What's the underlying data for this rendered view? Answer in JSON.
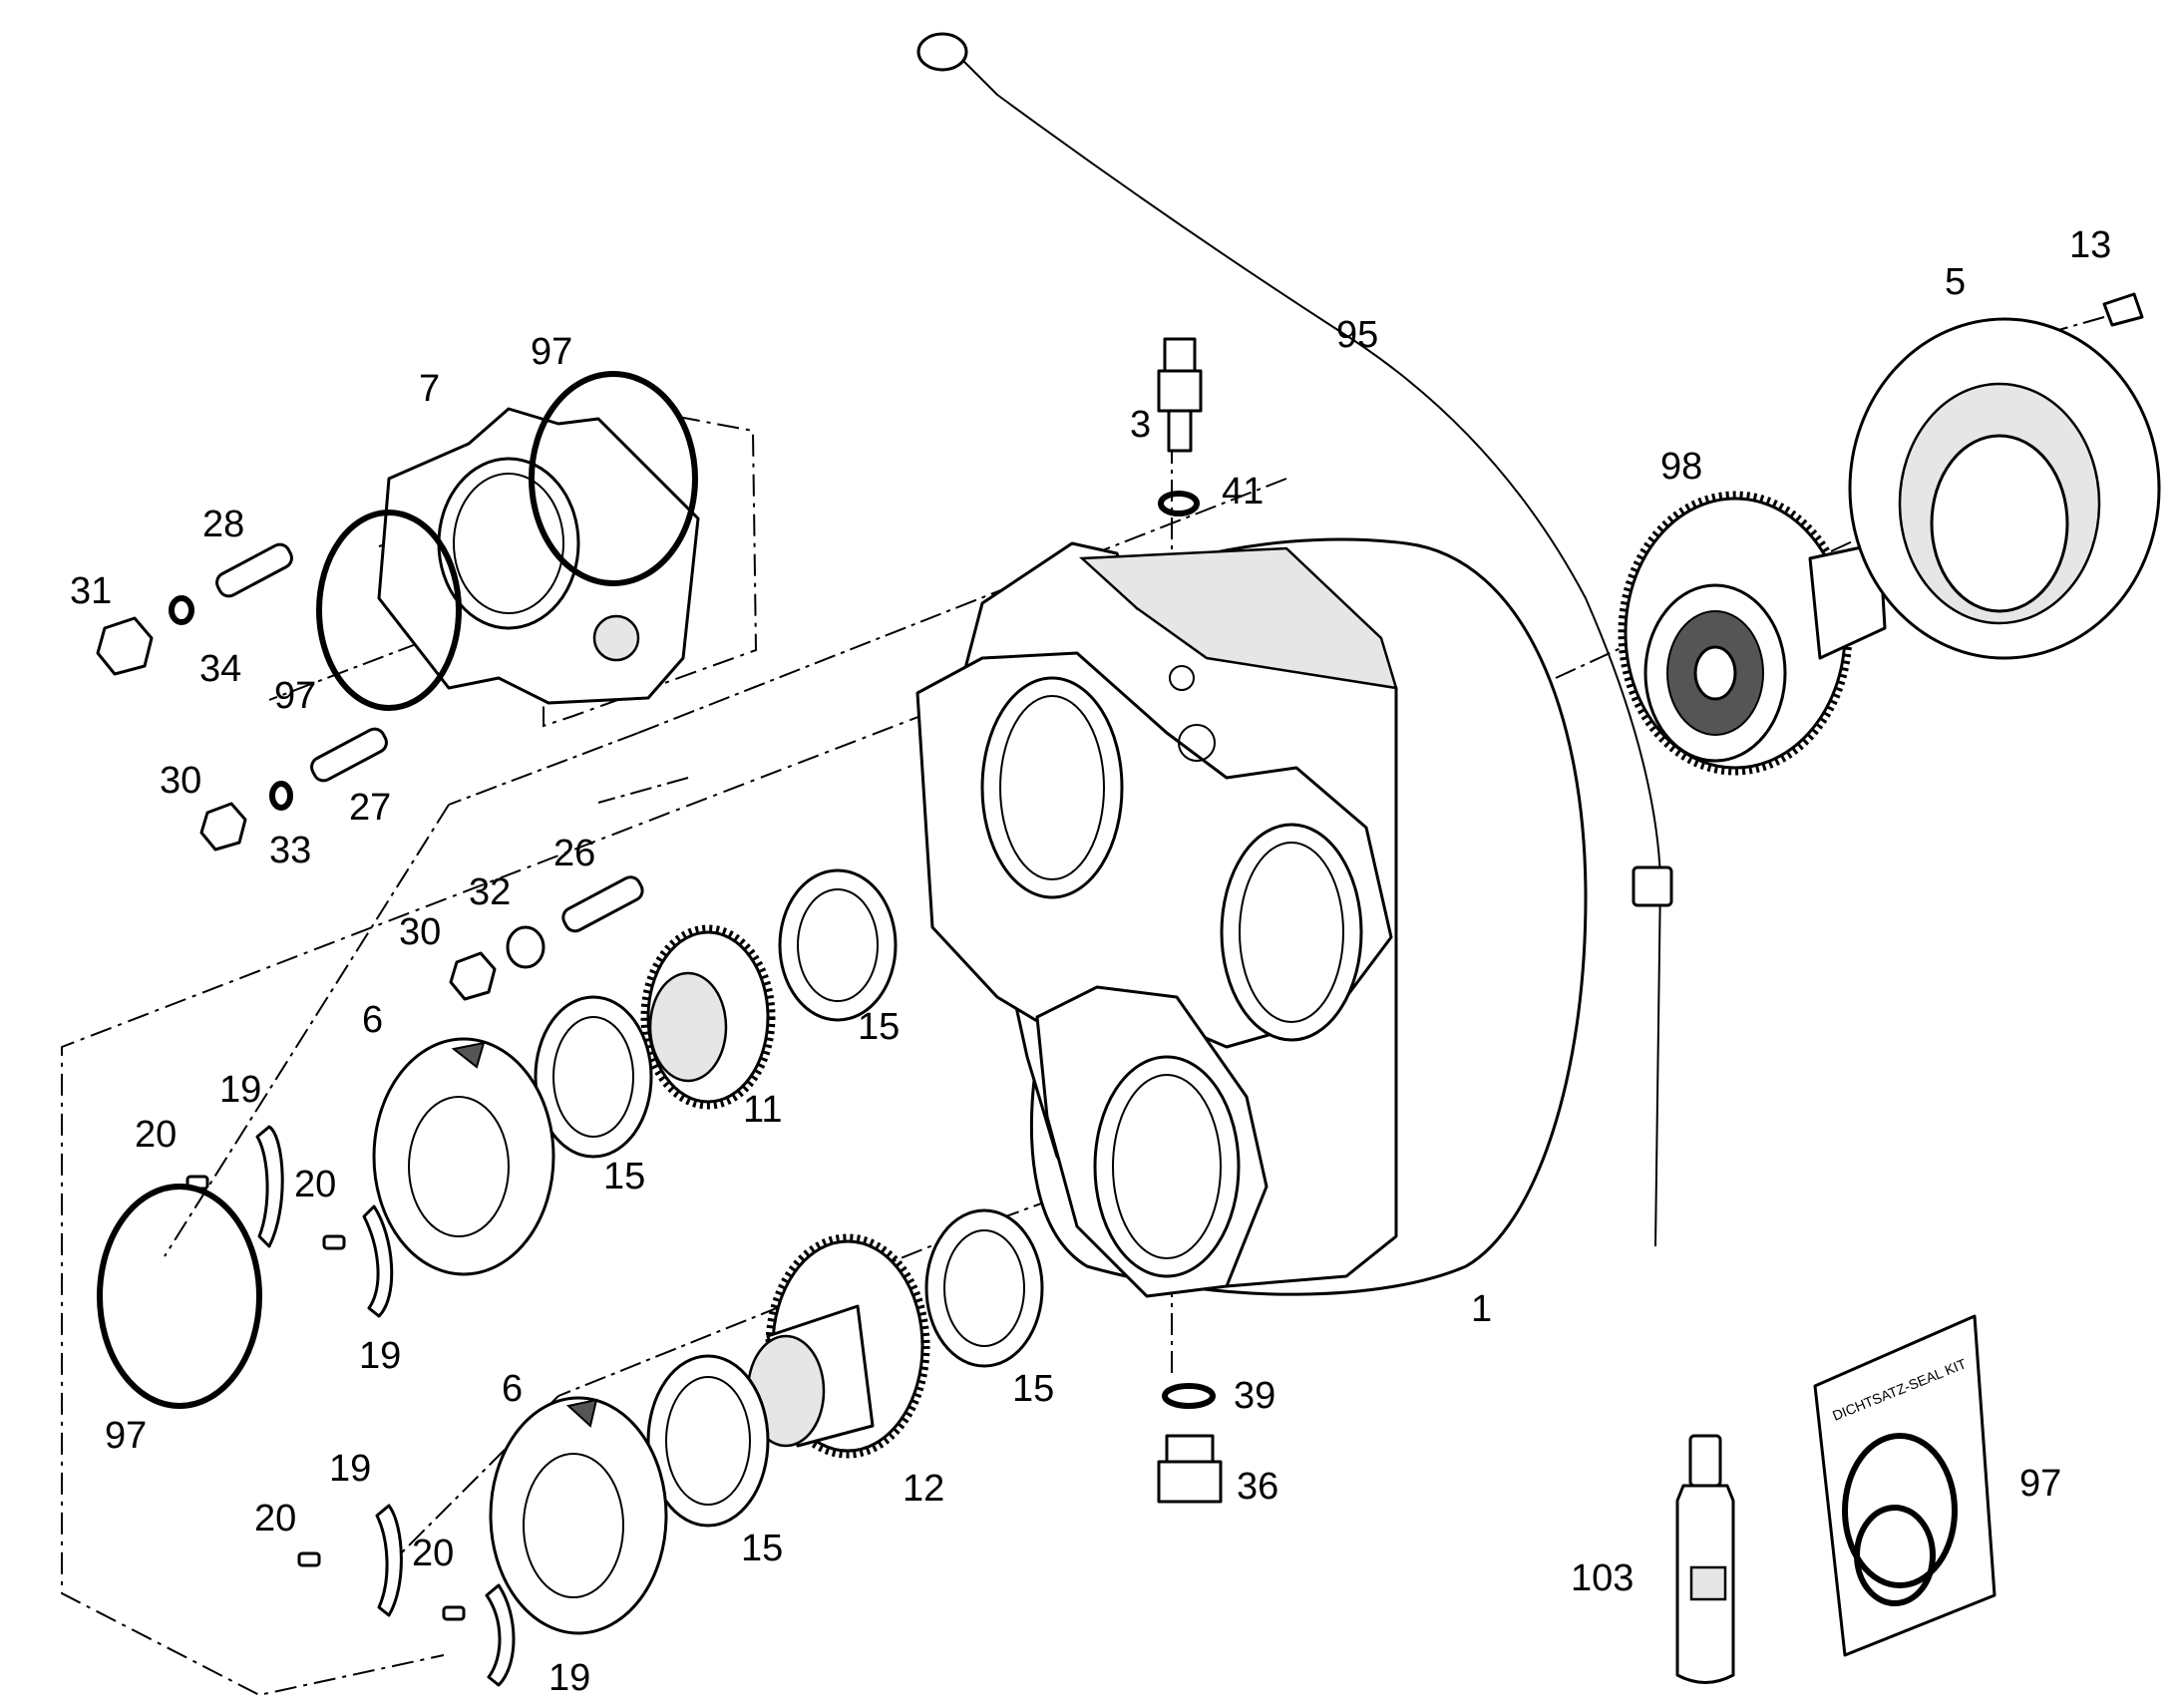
{
  "diagram": {
    "callouts": {
      "c1": "1",
      "c3": "3",
      "c5": "5",
      "c6a": "6",
      "c6b": "6",
      "c7": "7",
      "c11": "11",
      "c12": "12",
      "c13": "13",
      "c15a": "15",
      "c15b": "15",
      "c15c": "15",
      "c15d": "15",
      "c19a": "19",
      "c19b": "19",
      "c19c": "19",
      "c19d": "19",
      "c20a": "20",
      "c20b": "20",
      "c20c": "20",
      "c20d": "20",
      "c26": "26",
      "c27": "27",
      "c28": "28",
      "c30a": "30",
      "c30b": "30",
      "c31": "31",
      "c32": "32",
      "c33": "33",
      "c34": "34",
      "c36": "36",
      "c39": "39",
      "c41": "41",
      "c95": "95",
      "c97a": "97",
      "c97b": "97",
      "c97c": "97",
      "c97d": "97",
      "c98": "98",
      "c103": "103"
    },
    "seal_kit_text": "DICHTSATZ-SEAL KIT"
  }
}
